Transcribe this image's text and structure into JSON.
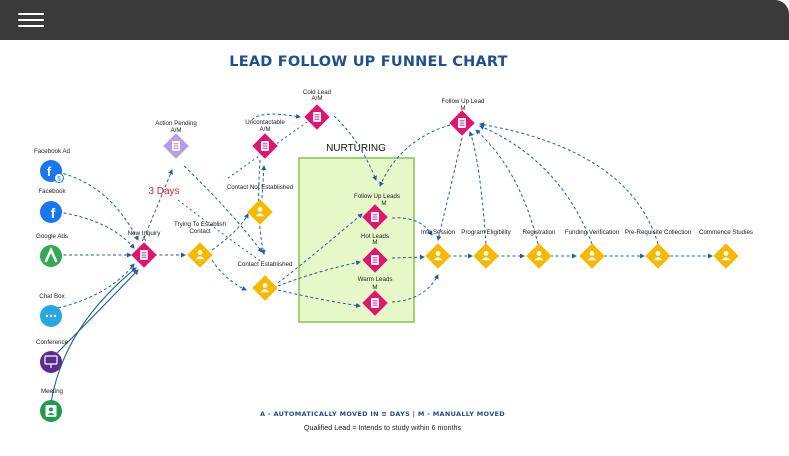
{
  "title": "LEAD FOLLOW UP FUNNEL CHART",
  "sources": [
    "Facebook Ad",
    "Facebook",
    "Google Ads",
    "Chat Box",
    "Conference",
    "Meeting"
  ],
  "nodes": {
    "new_inquiry": {
      "label": "New Inquiry",
      "tag": "A"
    },
    "action_pending": {
      "label": "Action Pending",
      "tag": "A/M"
    },
    "trying_to_establish": {
      "label1": "Trying To Establish",
      "label2": "Contact"
    },
    "cold_lead": {
      "label": "Cold Lead",
      "tag": "A/M"
    },
    "uncontactable": {
      "label": "Uncontactable",
      "tag": "A/M"
    },
    "contact_not_established": {
      "label": "Contact Not Established"
    },
    "contact_established": {
      "label": "Contact Established"
    },
    "follow_up_leads": {
      "label": "Follow Up Leads",
      "tag": "M"
    },
    "hot_leads": {
      "label": "Hot Leads",
      "tag": "M"
    },
    "warm_leads": {
      "label": "Warm Leads",
      "tag": "M"
    },
    "follow_up_lead": {
      "label": "Follow Up Lead",
      "tag": "M"
    },
    "info_session": {
      "label": "Info Session"
    },
    "program_eligibility": {
      "label": "Program Eligibility"
    },
    "registration": {
      "label": "Registration"
    },
    "funding_verification": {
      "label": "Funding Verification"
    },
    "pre_requisite_collection": {
      "label": "Pre-Requisite Collection"
    },
    "commence_studies": {
      "label": "Commence Studies"
    }
  },
  "annotation_days": "3 Days",
  "nurturing_label": "NURTURING",
  "legend": "A - AUTOMATICALLY MOVED IN ≡ DAYS   |   M - MANUALLY MOVED",
  "note": "Qualified Lead = Intends to study within 6 months",
  "colors": {
    "topbar": "#3a3a3a",
    "title": "#1f4f8f",
    "pink": "#e0156f",
    "yellow": "#f7b800",
    "purple": "#b79bf0",
    "nurture_fill": "#e6f7c8",
    "nurture_border": "#7cc242",
    "arrow": "#1f5fa8",
    "facebook": "#1877f2",
    "google": "#34a853",
    "chat": "#29a8e0",
    "conference": "#5a2d8c",
    "meeting": "#1e9c4b"
  }
}
